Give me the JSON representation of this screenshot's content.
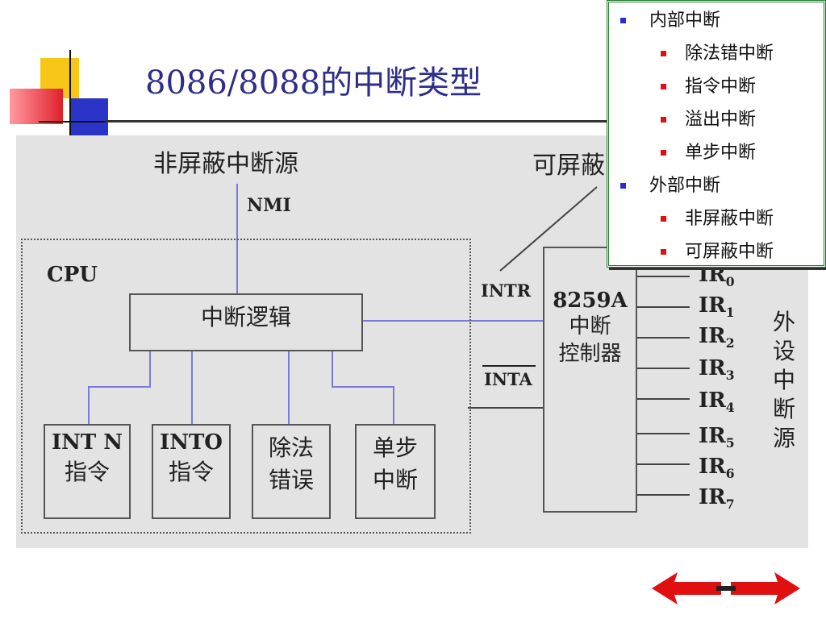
{
  "slide": {
    "title": "8086/8088的中断类型"
  },
  "diagram": {
    "nmi_source_label": "非屏蔽中断源",
    "mask_source_label": "可屏蔽",
    "nmi_label": "NMI",
    "cpu_label": "CPU",
    "logic_box": "中断逻辑",
    "intr_label": "INTR",
    "inta_label": "INTA",
    "controller": {
      "line1": "8259A",
      "line2": "中断",
      "line3": "控制器"
    },
    "internal_boxes": [
      {
        "line1": "INT N",
        "line2": "指令"
      },
      {
        "line1": "INTO",
        "line2": "指令"
      },
      {
        "line1": "除法",
        "line2": "错误"
      },
      {
        "line1": "单步",
        "line2": "中断"
      }
    ],
    "ir_lines": [
      {
        "base": "IR",
        "sub": "0"
      },
      {
        "base": "IR",
        "sub": "1"
      },
      {
        "base": "IR",
        "sub": "2"
      },
      {
        "base": "IR",
        "sub": "3"
      },
      {
        "base": "IR",
        "sub": "4"
      },
      {
        "base": "IR",
        "sub": "5"
      },
      {
        "base": "IR",
        "sub": "6"
      },
      {
        "base": "IR",
        "sub": "7"
      }
    ],
    "external_source_chars": [
      "外",
      "设",
      "中",
      "断",
      "源"
    ]
  },
  "popup": {
    "items": [
      {
        "label": "内部中断",
        "level": 1
      },
      {
        "label": "除法错中断",
        "level": 2
      },
      {
        "label": "指令中断",
        "level": 2
      },
      {
        "label": "溢出中断",
        "level": 2
      },
      {
        "label": "单步中断",
        "level": 2
      },
      {
        "label": "外部中断",
        "level": 1
      },
      {
        "label": "非屏蔽中断",
        "level": 2
      },
      {
        "label": "可屏蔽中断",
        "level": 2
      }
    ]
  },
  "colors": {
    "title": "#2e2e8a",
    "wire": "#7a7ad8",
    "line": "#444444",
    "popup_border": "#1f7a2a",
    "bullet_l1": "#2b2bd0",
    "bullet_l2": "#e01010",
    "arrow": "#e01010"
  },
  "nav": {
    "prev_icon": "arrow-left-icon",
    "next_icon": "arrow-right-icon"
  }
}
